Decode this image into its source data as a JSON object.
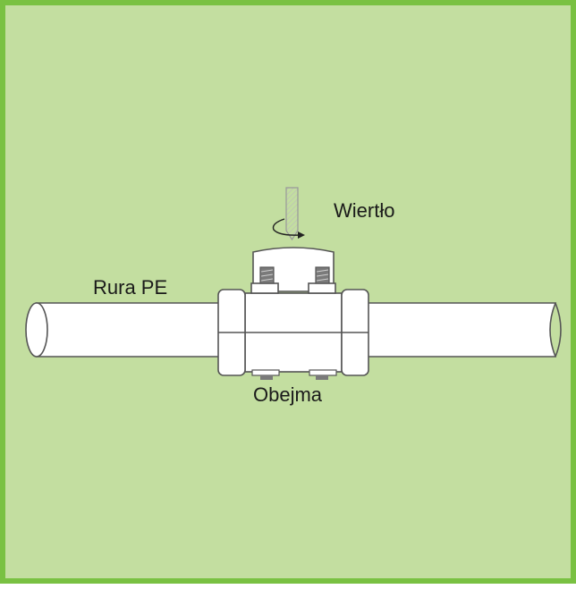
{
  "labels": {
    "drill": "Wiertło",
    "pipe": "Rura PE",
    "clamp": "Obejma"
  },
  "colors": {
    "frame": "#79c142",
    "background": "#c3dea0",
    "outline": "#555555",
    "fill": "#ffffff",
    "bolt": "#7a7a7a"
  },
  "icons": {
    "rotation": "rotation-arrow-icon"
  }
}
